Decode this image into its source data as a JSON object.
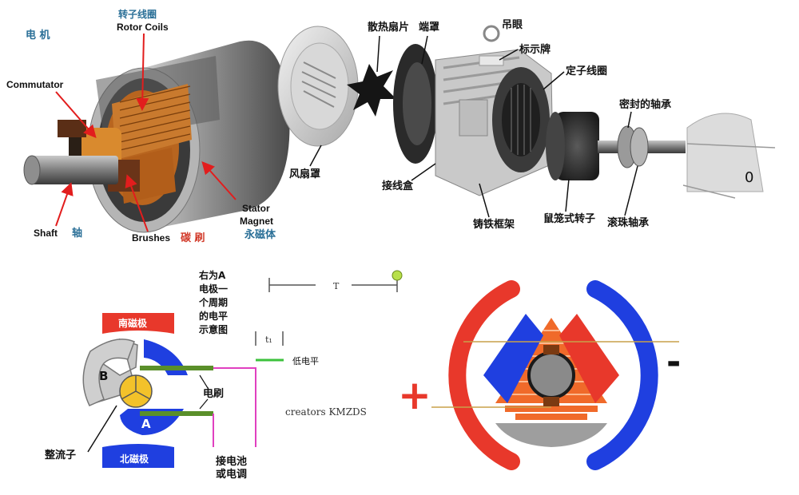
{
  "top_left": {
    "title_cn": "电 机",
    "rotor_cn": "转子线圈",
    "rotor_en": "Rotor Coils",
    "commutator_en": "Commutator",
    "shaft_en": "Shaft",
    "shaft_cn": "轴",
    "brushes_en": "Brushes",
    "brushes_cn": "碳 刷",
    "stator_en_1": "Stator",
    "stator_en_2": "Magnet",
    "stator_cn": "永磁体"
  },
  "top_right": {
    "fan_blade": "散热扇片",
    "end_cap": "端罩",
    "lifting_eye": "吊眼",
    "nameplate": "标示牌",
    "stator_coil": "定子线圈",
    "sealed_bearing": "密封的轴承",
    "fan_cover": "风扇罩",
    "junction_box": "接线盒",
    "cast_frame": "铸铁框架",
    "squirrel_rotor": "鼠笼式转子",
    "ball_bearing": "滚珠轴承"
  },
  "bottom_left": {
    "desc": [
      "右为A",
      "电极一",
      "个周期",
      "的电平",
      "示意图"
    ],
    "period_label": "T",
    "t1_label": "t₁",
    "low_level": "低电平",
    "south_pole": "南磁极",
    "north_pole": "北磁极",
    "pole_b": "B",
    "pole_a": "A",
    "brush": "电刷",
    "commutator": "整流子",
    "battery": [
      "接电池",
      "或电调"
    ],
    "creator": "creators KMZDS"
  },
  "bottom_right": {
    "plus": "+",
    "minus": "-"
  },
  "colors": {
    "blue_label": "#2a6f97",
    "red_label": "#d23a2a",
    "magnet_red": "#e8382b",
    "magnet_blue": "#1f3fe0",
    "coil_orange": "#f06a2a",
    "wire_magenta": "#e040c0",
    "brush_green": "#5a8f2a"
  }
}
